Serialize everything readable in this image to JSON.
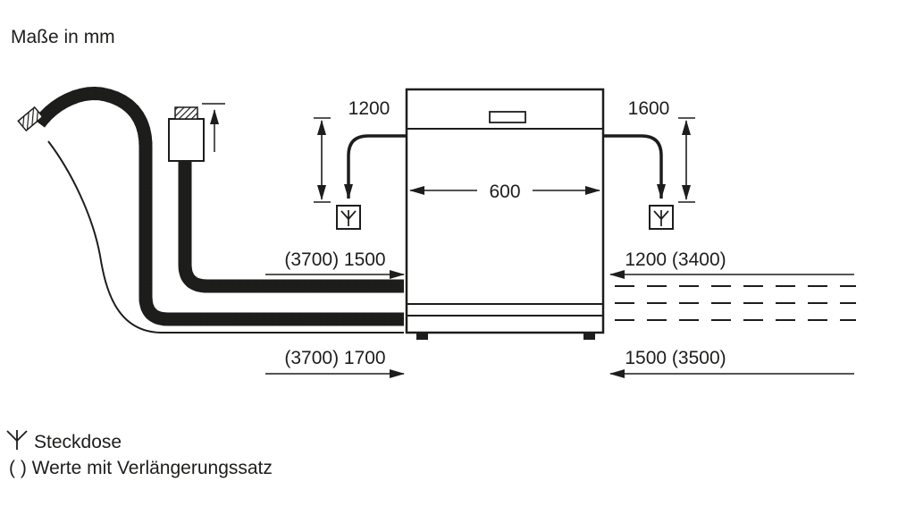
{
  "title": "Maße in mm",
  "dimensions": {
    "cable_left": "1200",
    "cable_right": "1600",
    "appliance_width": "600",
    "hose_upper_left": "(3700) 1500",
    "hose_upper_right": "1200 (3400)",
    "hose_lower_left": "(3700) 1700",
    "hose_lower_right": "1500 (3500)"
  },
  "legend": {
    "socket_label": "Steckdose",
    "extension_label": "( ) Werte mit Verlängerungssatz"
  },
  "icons": {
    "socket_symbol": "socket-trident-icon"
  },
  "colors": {
    "line": "#1d1d1b",
    "background": "#ffffff"
  }
}
